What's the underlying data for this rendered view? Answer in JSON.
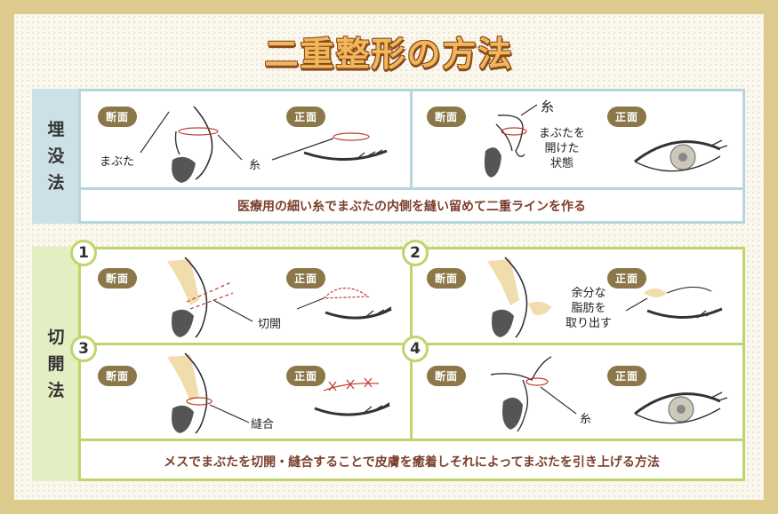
{
  "title": "二重整形の方法",
  "tags": {
    "section": "断面",
    "front": "正面"
  },
  "labels": {
    "mabuta": "まぶた",
    "ito": "糸",
    "open_state": "まぶたを\n開けた\n状態",
    "sekkai": "切開",
    "fat": "余分な\n脂肪を\n取り出す",
    "hougou": "縫合"
  },
  "maibotsu": {
    "name": "埋没法",
    "chars": [
      "埋",
      "没",
      "法"
    ],
    "caption": "医療用の細い糸でまぶたの内側を縫い留めて二重ラインを作る"
  },
  "sekkaihou": {
    "name": "切開法",
    "chars": [
      "切",
      "開",
      "法"
    ],
    "steps": [
      "1",
      "2",
      "3",
      "4"
    ],
    "caption": "メスでまぶたを切開・縫合することで皮膚を癒着しそれによってまぶたを引き上げる方法"
  },
  "colors": {
    "frame": "#dccb8c",
    "blue_border": "#b6d6de",
    "green_border": "#bfd56b",
    "tag": "#8b7748",
    "caption": "#7b3f2a",
    "title": "#f0b85a",
    "stitch": "#c0392b"
  }
}
